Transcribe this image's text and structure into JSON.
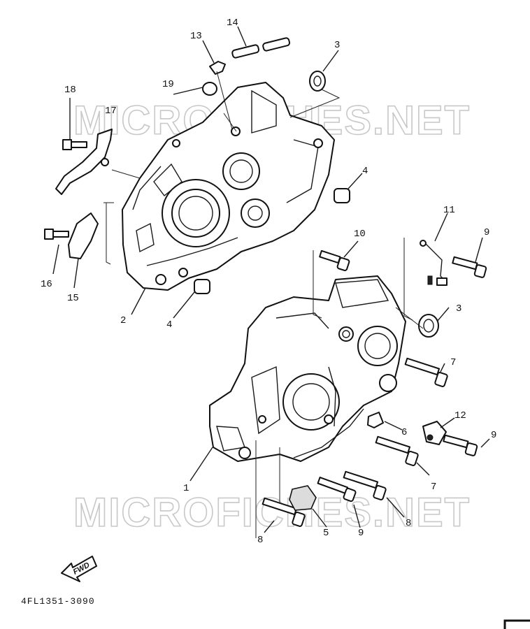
{
  "diagram": {
    "watermarks": [
      "MICROFICHES.NET",
      "MICROFICHES.NET"
    ],
    "part_code": "4FL1351-3090",
    "direction_label": "FWD",
    "callouts": {
      "c1": "1",
      "c2": "2",
      "c3a": "3",
      "c3b": "3",
      "c4a": "4",
      "c4b": "4",
      "c5": "5",
      "c6": "6",
      "c7a": "7",
      "c7b": "7",
      "c8a": "8",
      "c8b": "8",
      "c9a": "9",
      "c9b": "9",
      "c9c": "9",
      "c10": "10",
      "c11": "11",
      "c12": "12",
      "c13": "13",
      "c14": "14",
      "c15": "15",
      "c16": "16",
      "c17": "17",
      "c18": "18",
      "c19": "19"
    }
  }
}
